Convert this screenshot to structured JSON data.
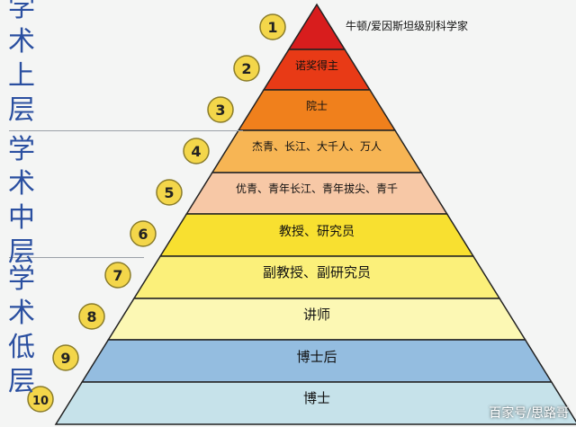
{
  "levels": [
    {
      "number": "1",
      "label": "牛顿/爱因斯坦级别科学家",
      "color": "#d81d1d"
    },
    {
      "number": "2",
      "label": "诺奖得主",
      "color": "#e83a16"
    },
    {
      "number": "3",
      "label": "院士",
      "color": "#f0801c"
    },
    {
      "number": "4",
      "label": "杰青、长江、大千人、万人",
      "color": "#f7b554"
    },
    {
      "number": "5",
      "label": "优青、青年长江、青年拔尖、青千",
      "color": "#f7c8a6"
    },
    {
      "number": "6",
      "label": "教授、研究员",
      "color": "#f8e030"
    },
    {
      "number": "7",
      "label": "副教授、副研究员",
      "color": "#fbf07a"
    },
    {
      "number": "8",
      "label": "讲师",
      "color": "#fcf8b4"
    },
    {
      "number": "9",
      "label": "博士后",
      "color": "#94bde0"
    },
    {
      "number": "10",
      "label": "博士",
      "color": "#c6e2ea"
    }
  ],
  "groups": {
    "upper": {
      "chars": [
        "学",
        "术",
        "上",
        "层"
      ]
    },
    "middle": {
      "chars": [
        "学",
        "术",
        "中",
        "层"
      ]
    },
    "lower": {
      "chars": [
        "学",
        "术",
        "低",
        "层"
      ]
    }
  },
  "colors": {
    "badge_fill": "#f3d64a",
    "badge_stroke": "#8a7c2a",
    "text_blue": "#2a4fa0"
  },
  "watermark": "百家号/思路哥"
}
